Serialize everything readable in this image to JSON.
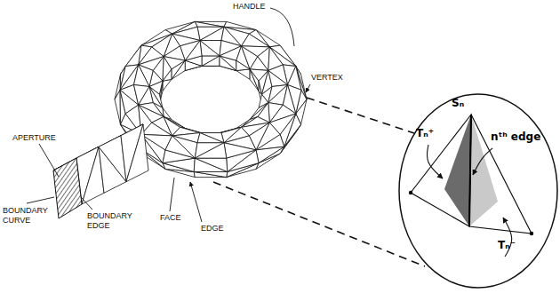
{
  "diagram": {
    "nodes": [
      {
        "text": [
          "Sₙ",
          "Tₙ⁺",
          "nᵗʰ edge",
          "Tₙ⁻"
        ]
      }
    ],
    "labels": [
      "HANDLE",
      "VERTEX",
      "APERTURE",
      "BOUNDARY CURVE",
      "BOUNDARY EDGE",
      "FACE",
      "EDGE"
    ]
  }
}
